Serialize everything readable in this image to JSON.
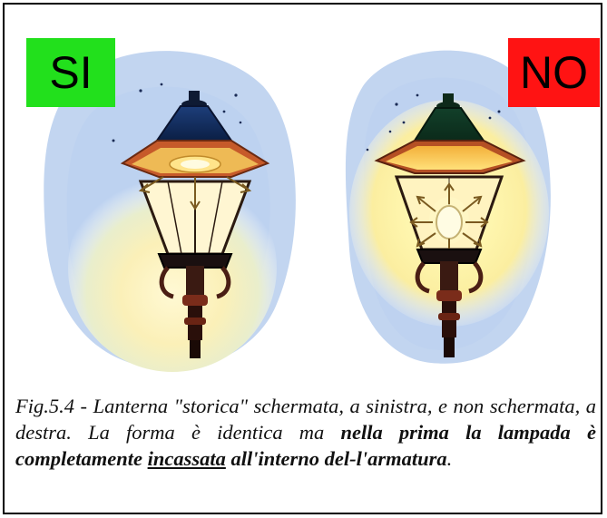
{
  "labels": {
    "left": {
      "text": "SI",
      "color": "#22e01c"
    },
    "right": {
      "text": "NO",
      "color": "#ff1313"
    }
  },
  "illustration": {
    "left_lantern": "shielded-historic-lantern",
    "right_lantern": "unshielded-historic-lantern"
  },
  "caption": {
    "part1": "Fig.5.4 - Lanterna \"storica\" schermata, a sinistra, e non schermata, a destra. La forma è identica ma ",
    "bold1": "nella prima la lampada è completamente ",
    "underlined": "incassata",
    "bold2": " all'interno del-l'armatura",
    "end": "."
  }
}
